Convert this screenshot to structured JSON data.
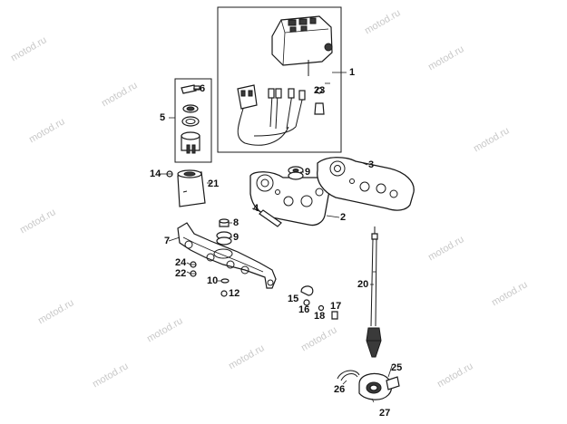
{
  "watermark": "motod.ru",
  "callouts": {
    "c1": "1",
    "c2": "2",
    "c3": "3",
    "c4": "4",
    "c5": "5",
    "c6": "6",
    "c7": "7",
    "c8": "8",
    "c9a": "9",
    "c9b": "9",
    "c10": "10",
    "c12": "12",
    "c14": "14",
    "c15": "15",
    "c16": "16",
    "c17": "17",
    "c18": "18",
    "c20": "20",
    "c21": "21",
    "c22": "22",
    "c23": "23",
    "c24": "24",
    "c25": "25",
    "c26": "26",
    "c27": "27"
  },
  "colors": {
    "ink": "#1a1a1a",
    "watermark": "#c9c9c9",
    "background": "#ffffff"
  }
}
